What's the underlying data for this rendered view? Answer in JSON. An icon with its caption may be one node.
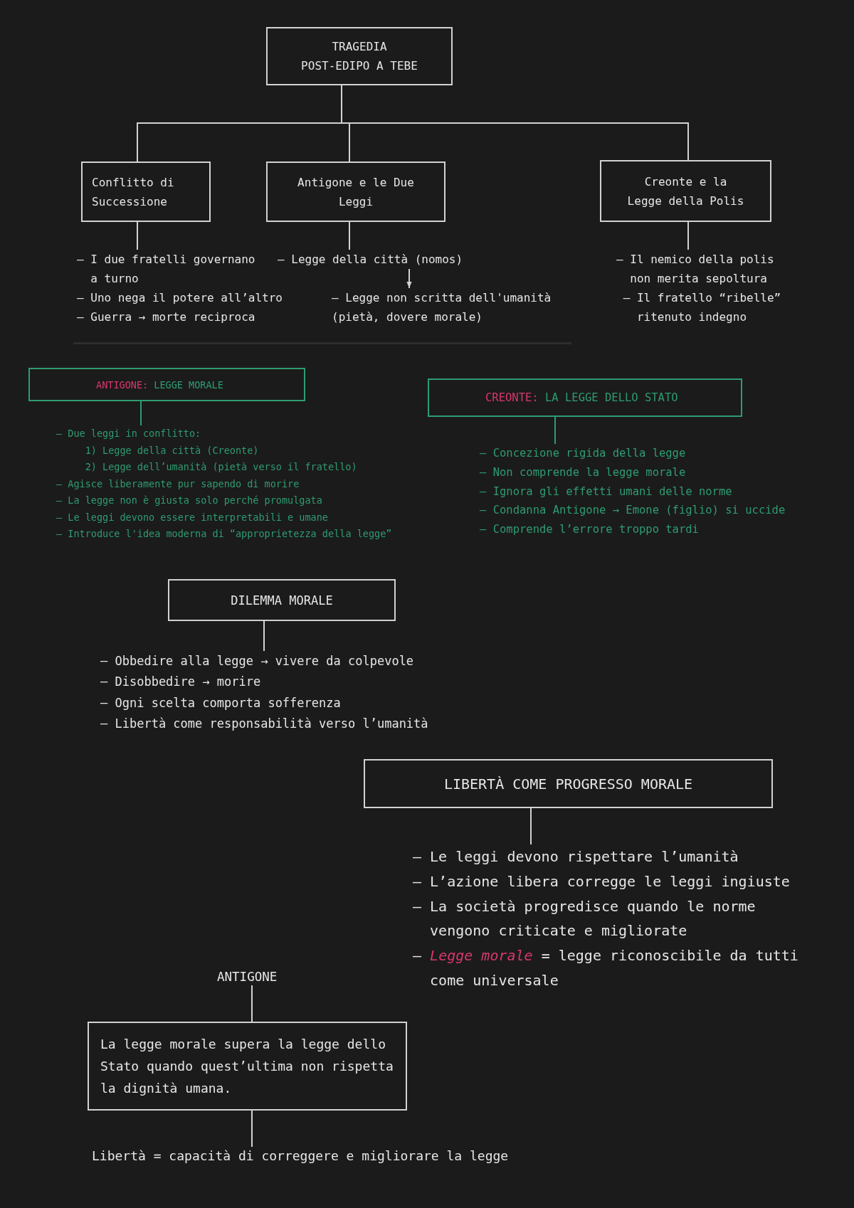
{
  "diagram": {
    "nodes": [
      {
        "text": [
          "TRAGEDIA",
          "POST-EDIPO A TEBE"
        ]
      },
      {
        "text": [
          "Conflitto di Successione"
        ]
      },
      {
        "text": [
          "Antigone e le Due Leggi"
        ]
      },
      {
        "text": [
          "Creonte e la Legge della Polis"
        ]
      },
      {
        "text": [
          "– I due fratelli governano a turno",
          "– Uno nega il potere all’altro",
          "– Guerra → morte reciproca"
        ]
      },
      {
        "text": [
          "– Legge della città (nomos)"
        ]
      },
      {
        "text": [
          "– Legge non scritta dell'umanità (pietà, dovere morale)"
        ]
      },
      {
        "text": [
          "– Il nemico della polis non merita sepoltura",
          "– Il fratello “ribelle” ritenuto indegno"
        ]
      },
      {
        "text": [
          "ANTIGONE:",
          "LEGGE MORALE"
        ]
      },
      {
        "text": [
          "– Due leggi in conflitto:",
          "1) Legge della città (Creonte)",
          "2) Legge dell’umanità (pietà verso il fratello)",
          "– Agisce liberamente pur sapendo di morire",
          "– La legge non è giusta solo perché promulgata",
          "– Le leggi devono essere interpretabili e umane",
          "– Introduce l'idea moderna di “approprietezza della legge”"
        ]
      },
      {
        "text": [
          "CREONTE:",
          "LA LEGGE DELLO STATO"
        ]
      },
      {
        "text": [
          "– Concezione rigida della legge",
          "– Non comprende la legge morale",
          "– Ignora gli effetti umani delle norme",
          "– Condanna Antigone → Emone (figlio) si uccide",
          "– Comprende l’errore troppo tardi"
        ]
      },
      {
        "text": [
          "DILEMMA MORALE"
        ]
      },
      {
        "text": [
          "– Obbedire alla legge → vivere da colpevole",
          "– Disobbedire → morire",
          "– Ogni scelta comporta sofferenza",
          "– Libertà come responsabilità verso l’umanità"
        ]
      },
      {
        "text": [
          "LIBERTÀ COME PROGRESSO MORALE"
        ]
      },
      {
        "text": [
          "– Le leggi devono rispettare l’umanità",
          "– L’azione libera corregge le leggi ingiuste",
          "– La società progredisce quando le norme vengono criticate e migliorate",
          "– *Legge morale* = legge riconoscibile da tutti come universale"
        ]
      },
      {
        "text": [
          "ANTIGONE"
        ]
      },
      {
        "text": [
          "La legge morale supera la legge dello Stato quando quest’ultima non rispetta la dignità umana."
        ]
      },
      {
        "text": [
          "Libertà = capacità di correggere e migliorare la legge"
        ]
      }
    ],
    "edges": [
      {
        "from": 0,
        "to": 1,
        "arrow": "none"
      },
      {
        "from": 0,
        "to": 2,
        "arrow": "none"
      },
      {
        "from": 0,
        "to": 3,
        "arrow": "none"
      },
      {
        "from": 1,
        "to": 4,
        "arrow": "none"
      },
      {
        "from": 2,
        "to": 5,
        "arrow": "none"
      },
      {
        "from": 5,
        "to": 6,
        "arrow": "to"
      },
      {
        "from": 3,
        "to": 7,
        "arrow": "none"
      },
      {
        "from": 8,
        "to": 9,
        "arrow": "none",
        "color": "#2e9c72"
      },
      {
        "from": 10,
        "to": 11,
        "arrow": "none",
        "color": "#2e9c72"
      },
      {
        "from": 12,
        "to": 13,
        "arrow": "none"
      },
      {
        "from": 14,
        "to": 15,
        "arrow": "none"
      },
      {
        "from": 16,
        "to": 17,
        "arrow": "none"
      },
      {
        "from": 17,
        "to": 18,
        "arrow": "none"
      }
    ]
  }
}
